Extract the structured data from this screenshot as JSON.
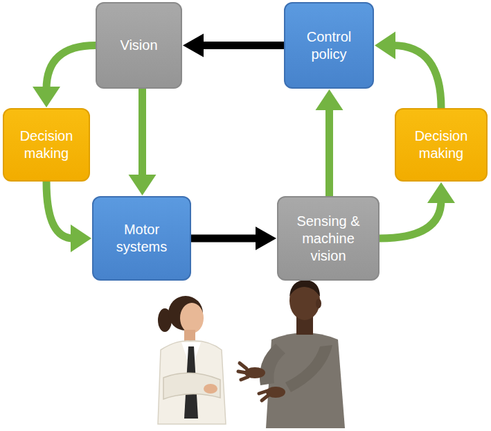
{
  "diagram": {
    "nodes": [
      {
        "text": [
          "Vision"
        ]
      },
      {
        "text": [
          "Control policy"
        ]
      },
      {
        "text": [
          "Decision making"
        ]
      },
      {
        "text": [
          "Decision making"
        ]
      },
      {
        "text": [
          "Motor systems"
        ]
      },
      {
        "text": [
          "Sensing & machine vision"
        ]
      }
    ],
    "edges": [
      {
        "from": 1,
        "to": 0,
        "arrow": "to"
      },
      {
        "from": 0,
        "to": 2,
        "arrow": "to"
      },
      {
        "from": 0,
        "to": 4,
        "arrow": "to"
      },
      {
        "from": 2,
        "to": 4,
        "arrow": "to"
      },
      {
        "from": 4,
        "to": 5,
        "arrow": "to"
      },
      {
        "from": 5,
        "to": 1,
        "arrow": "to"
      },
      {
        "from": 5,
        "to": 3,
        "arrow": "to"
      },
      {
        "from": 3,
        "to": 1,
        "arrow": "to"
      }
    ]
  }
}
